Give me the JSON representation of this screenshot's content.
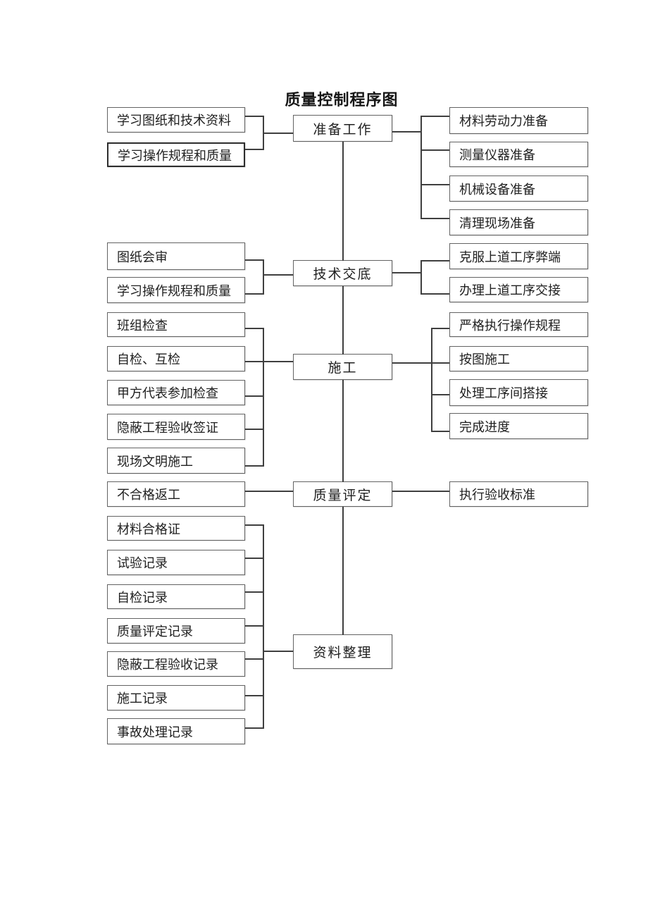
{
  "diagram": {
    "type": "flowchart",
    "title": "质量控制程序图",
    "colors": {
      "ink": "#1f1f1f",
      "line": "#3f3f3f",
      "box_border": "#636363"
    },
    "groups": [
      {
        "stage": "准备工作",
        "left": [
          "学习图纸和技术资料",
          "学习操作规程和质量"
        ],
        "right": [
          "材料劳动力准备",
          "测量仪器准备",
          "机械设备准备",
          "清理现场准备"
        ]
      },
      {
        "stage": "技术交底",
        "left": [
          "图纸会审",
          "学习操作规程和质量"
        ],
        "right": [
          "克服上道工序弊端",
          "办理上道工序交接"
        ]
      },
      {
        "stage": "施工",
        "left": [
          "班组检查",
          "自检、互检",
          "甲方代表参加检查",
          "隐蔽工程验收签证",
          "现场文明施工"
        ],
        "right": [
          "严格执行操作规程",
          "按图施工",
          "处理工序间搭接",
          "完成进度"
        ]
      },
      {
        "stage": "质量评定",
        "left": [
          "不合格返工"
        ],
        "right": [
          "执行验收标准"
        ]
      },
      {
        "stage": "资料整理",
        "left": [
          "材料合格证",
          "试验记录",
          "自检记录",
          "质量评定记录",
          "隐蔽工程验收记录",
          "施工记录",
          "事故处理记录"
        ],
        "right": []
      }
    ]
  }
}
